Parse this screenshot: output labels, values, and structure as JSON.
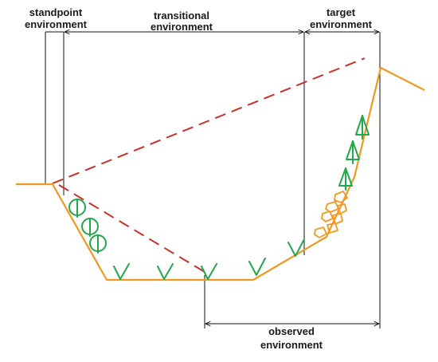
{
  "labels": {
    "standpoint_line1": "standpoint",
    "standpoint_line2": "environment",
    "transitional_line1": "transitional",
    "transitional_line2": "environment",
    "target_line1": "target",
    "target_line2": "environment",
    "observed_line1": "observed",
    "observed_line2": "environment"
  },
  "colors": {
    "terrain": "#ee9a22",
    "sight_lines": "#c8302c",
    "vegetation": "#22a84a",
    "guides": "#111111"
  }
}
